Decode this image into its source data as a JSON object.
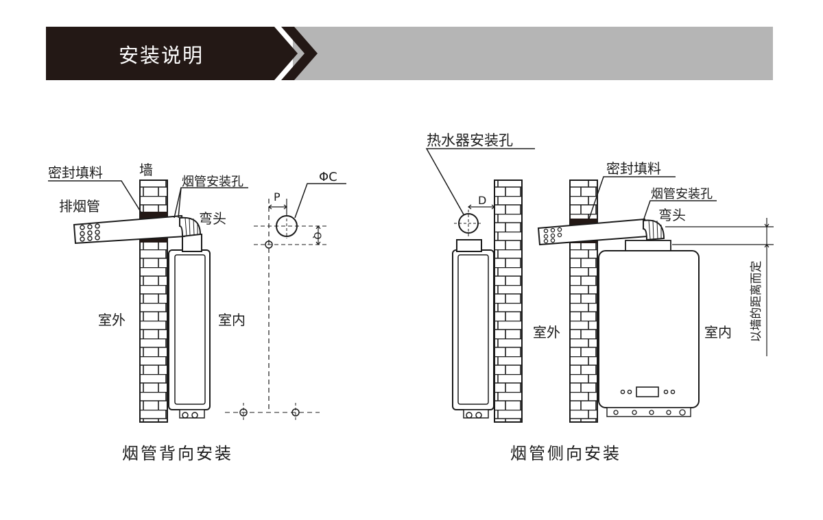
{
  "header": {
    "title": "安装说明",
    "bar_dark_color": "#231815",
    "bar_light_color": "#b5b5b5"
  },
  "left_diagram": {
    "seal_filler": "密封填料",
    "wall": "墙",
    "exhaust_pipe": "排烟管",
    "flue_hole": "烟管安装孔",
    "elbow": "弯头",
    "outdoor": "室外",
    "indoor": "室内",
    "dim_p": "P",
    "dim_c": "ΦC",
    "dim_q": "Q",
    "caption": "烟管背向安装"
  },
  "right_diagram": {
    "heater_hole": "热水器安装孔",
    "seal_filler": "密封填料",
    "flue_hole": "烟管安装孔",
    "elbow": "弯头",
    "dim_d": "D",
    "outdoor": "室外",
    "indoor": "室内",
    "wall_distance_note": "以墙的距离而定",
    "caption": "烟管侧向安装"
  }
}
